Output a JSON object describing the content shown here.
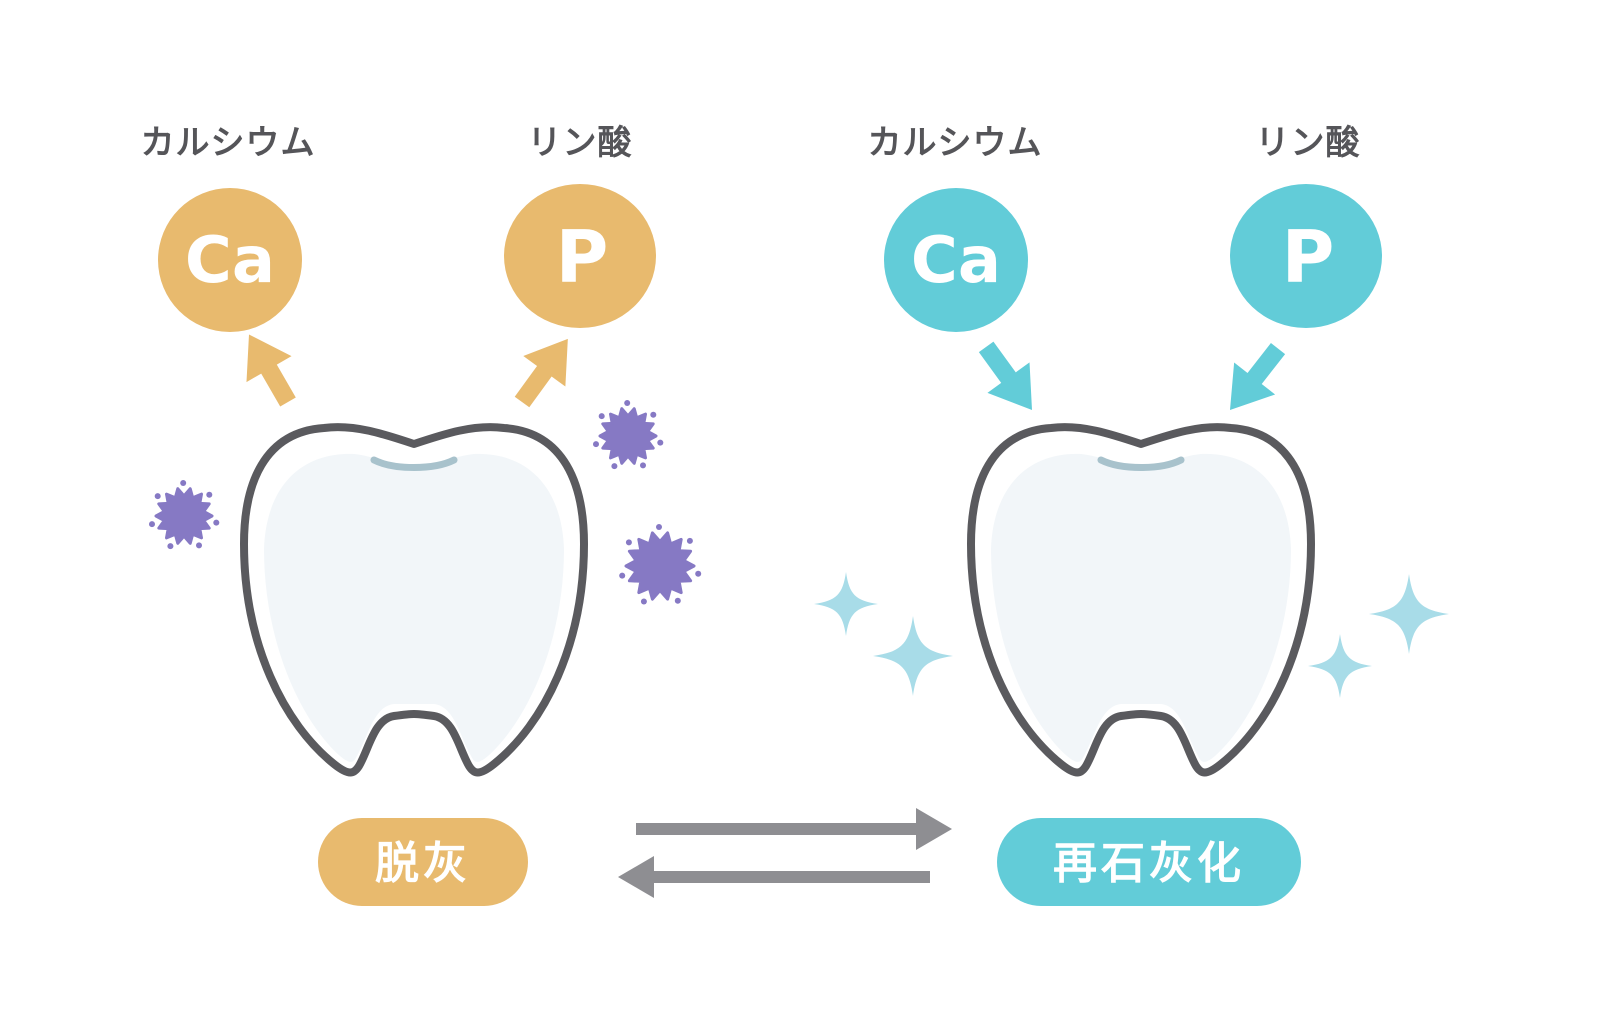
{
  "colors": {
    "demineral": "#E8BA6E",
    "remineral": "#62CCD8",
    "sparkle": "#A8DCE8",
    "bacteria": "#8679C4",
    "tooth_outline": "#5A5A5E",
    "tooth_fill": "#FFFFFF",
    "tooth_shade": "#F2F6F9",
    "tooth_ridge": "#A8C2CC",
    "text": "#555559",
    "equilibrium_arrow": "#8E8E92"
  },
  "demineralization": {
    "calcium": {
      "name": "カルシウム",
      "symbol": "Ca"
    },
    "phosphate": {
      "name": "リン酸",
      "symbol": "P"
    },
    "label": "脱灰"
  },
  "remineralization": {
    "calcium": {
      "name": "カルシウム",
      "symbol": "Ca"
    },
    "phosphate": {
      "name": "リン酸",
      "symbol": "P"
    },
    "label": "再石灰化"
  },
  "icons": {
    "tooth": "tooth-icon",
    "bacteria": "bacteria-icon",
    "sparkle": "sparkle-icon",
    "arrow": "arrow-icon"
  }
}
